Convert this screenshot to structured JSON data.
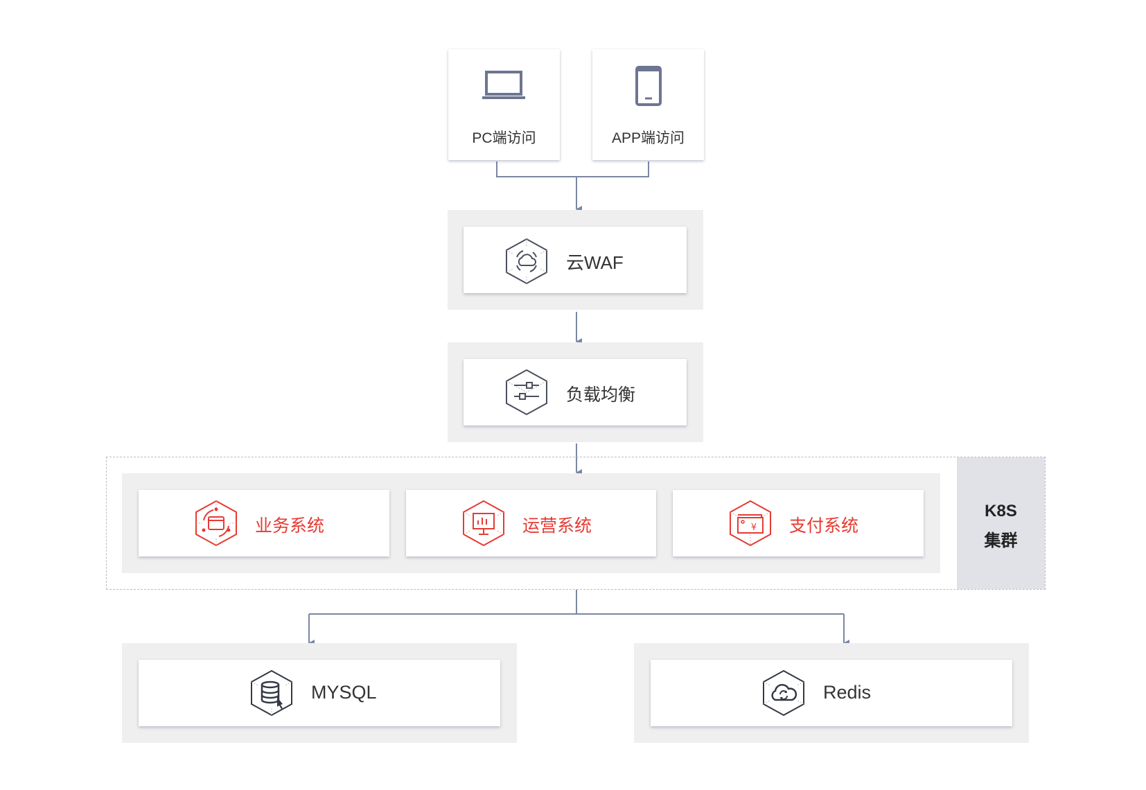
{
  "clients": [
    {
      "label": "PC端访问",
      "icon": "laptop-icon"
    },
    {
      "label": "APP端访问",
      "icon": "phone-icon"
    }
  ],
  "waf": {
    "label": "云WAF",
    "icon": "cloud-shield-icon"
  },
  "load_balancer": {
    "label": "负载均衡",
    "icon": "balance-slider-icon"
  },
  "k8s": {
    "label_line1": "K8S",
    "label_line2": "集群",
    "systems": [
      {
        "label": "业务系统",
        "icon": "business-window-icon"
      },
      {
        "label": "运营系统",
        "icon": "monitor-chart-icon"
      },
      {
        "label": "支付系统",
        "icon": "wallet-yuan-icon"
      }
    ]
  },
  "storage": [
    {
      "label": "MYSQL",
      "icon": "database-icon"
    },
    {
      "label": "Redis",
      "icon": "cloud-sync-icon"
    }
  ],
  "colors": {
    "connector": "#7a86a3",
    "accent_red": "#e63a32",
    "panel_bg": "#efefef",
    "k8s_bg": "#e1e2e7",
    "text": "#333333"
  }
}
